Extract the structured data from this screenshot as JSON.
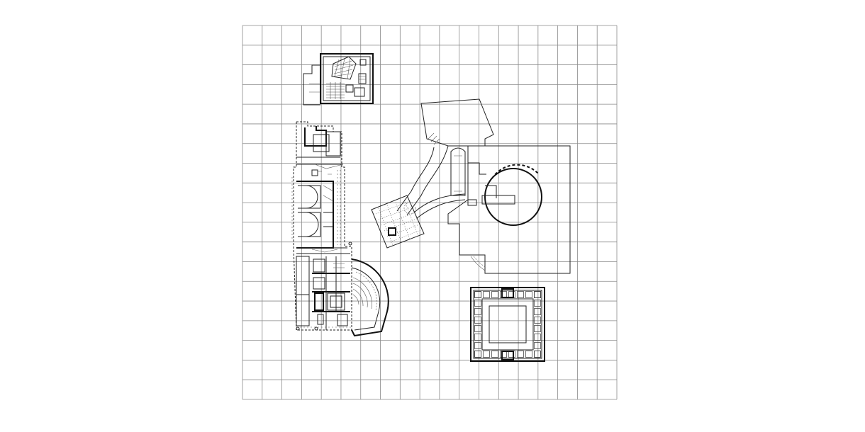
{
  "drawing": {
    "grid": {
      "columns": 19,
      "rows": 19,
      "line_color": "#8a8a8a"
    },
    "ink_color": "#222222",
    "background_color": "#ffffff",
    "plans": [
      {
        "id": "small-hall-plan"
      },
      {
        "id": "long-building-plan"
      },
      {
        "id": "central-complex-plan"
      },
      {
        "id": "square-court-plan"
      }
    ]
  }
}
